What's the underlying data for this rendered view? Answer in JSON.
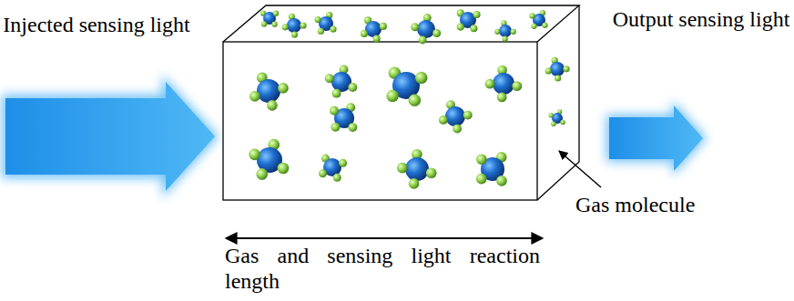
{
  "diagram": {
    "labels": [
      "Injected sensing light",
      "Output sensing light",
      "Gas molecule",
      "Gas and sensing light reaction length"
    ]
  }
}
